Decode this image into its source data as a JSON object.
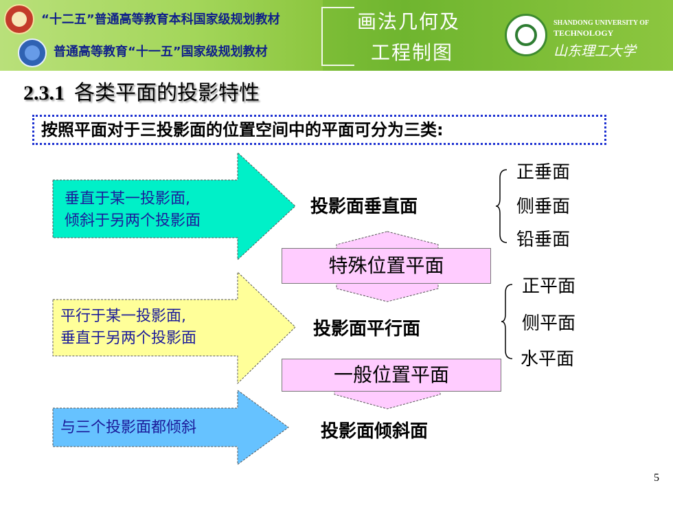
{
  "header": {
    "line1": "“十二五”普通高等教育本科国家级规划教材",
    "line2": "普通高等教育“十一五”国家级规划教材",
    "book_title_1": "画法几何及",
    "book_title_2": "工程制图",
    "university_en_1": "SHANDONG UNIVERSITY OF",
    "university_en_2": "TECHNOLOGY",
    "university_cn": "山东理工大学"
  },
  "section": {
    "number": "2.3.1",
    "title": "各类平面的投影特性"
  },
  "intro": "按照平面对于三投影面的位置空间中的平面可分为三类:",
  "rows": [
    {
      "condition_line1": "垂直于某一投影面,",
      "condition_line2": "倾斜于另两个投影面",
      "category": "投影面垂直面",
      "fill": "#00f0c8",
      "subtypes": [
        "正垂面",
        "侧垂面",
        "铅垂面"
      ]
    },
    {
      "condition_line1": "平行于某一投影面,",
      "condition_line2": "垂直于另两个投影面",
      "category": "投影面平行面",
      "fill": "#ffff99",
      "subtypes": [
        "正平面",
        "侧平面",
        "水平面"
      ]
    },
    {
      "condition_line1": "与三个投影面都倾斜",
      "category": "投影面倾斜面",
      "fill": "#66c2ff"
    }
  ],
  "groups": {
    "special": "特殊位置平面",
    "general": "一般位置平面"
  },
  "page_number": "5"
}
